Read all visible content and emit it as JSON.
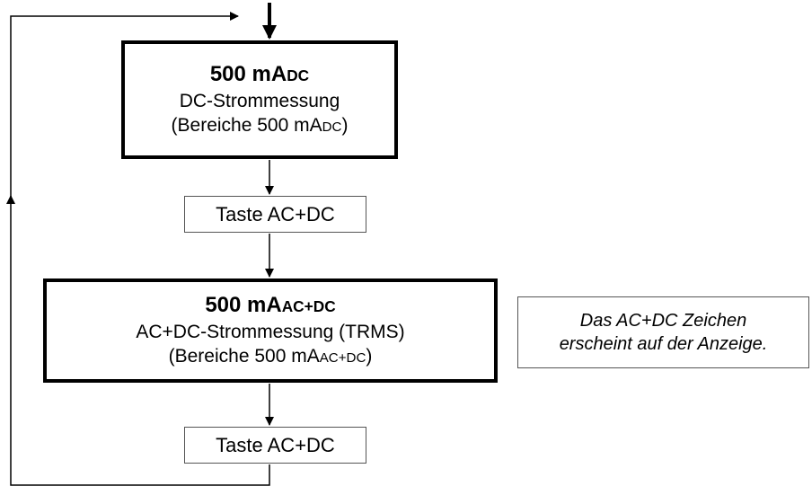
{
  "dc_box": {
    "title_main": "500 mA",
    "title_sub": "DC",
    "line1": "DC-Strommessung",
    "line2_pre": "(Bereiche 500 mA",
    "line2_sub": "DC",
    "line2_post": ")"
  },
  "button_1": {
    "label": "Taste AC+DC"
  },
  "acdc_box": {
    "title_main": "500 mA",
    "title_sub": "AC+DC",
    "line1": "AC+DC-Strommessung (TRMS)",
    "line2_pre": "(Bereiche 500 mA",
    "line2_sub": "AC+DC",
    "line2_post": ")"
  },
  "button_2": {
    "label": "Taste AC+DC"
  },
  "note": {
    "line1": "Das AC+DC Zeichen",
    "line2": "erscheint auf der Anzeige."
  }
}
